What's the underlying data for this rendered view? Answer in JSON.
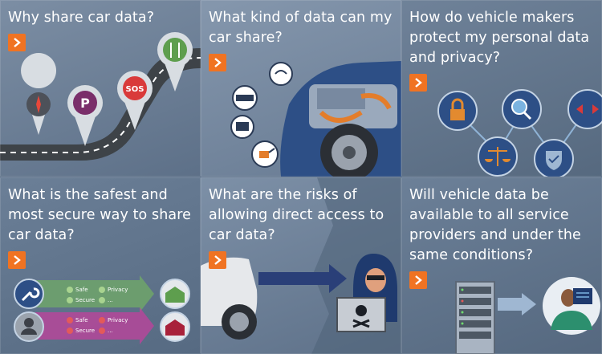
{
  "tiles": [
    {
      "title": "Why share car data?"
    },
    {
      "title": "What kind of data can my car share?"
    },
    {
      "title": "How do vehicle makers protect my personal data and privacy?"
    },
    {
      "title": "What is the safest and most secure way to share car data?"
    },
    {
      "title": "What are the risks of allowing direct access to car data?"
    },
    {
      "title": "Will vehicle data be available to all service providers and under the same conditions?"
    }
  ],
  "pins": {
    "sos": "SOS",
    "parking": "P"
  },
  "security_panel": {
    "safe": "Safe",
    "privacy": "Privacy",
    "secure": "Secure",
    "more": "..."
  },
  "colors": {
    "accent": "#f07322",
    "title": "#ffffff"
  }
}
